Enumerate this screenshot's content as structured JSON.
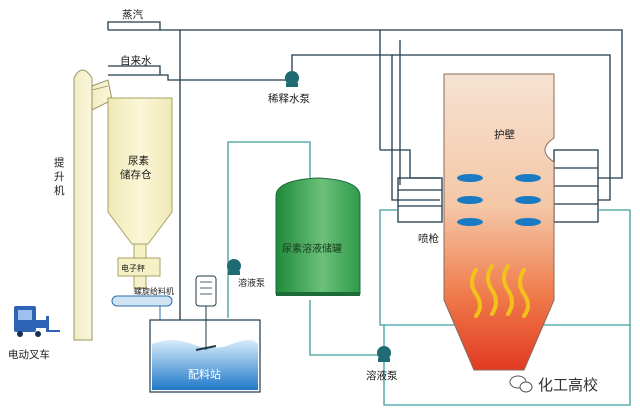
{
  "labels": {
    "steam": "蒸汽",
    "tap_water": "自来水",
    "dilution_pump": "稀释水泵",
    "elevator_1": "提",
    "elevator_2": "升",
    "elevator_3": "机",
    "silo_1": "尿素",
    "silo_2": "储存仓",
    "scale": "电子秤",
    "screw_feeder": "螺旋给料机",
    "forklift": "电动叉车",
    "mixing_station": "配料站",
    "solution_pump_left": "溶液泵",
    "solution_pump_bottom": "溶液泵",
    "storage_tank": "尿素溶液储罐",
    "water_wall": "护壁",
    "spray_gun": "喷枪",
    "watermark": "化工高校"
  },
  "colors": {
    "pipe_dark": "#1f3a4a",
    "pipe_teal": "#3f9e9e",
    "pipe_green": "#3b9a6a",
    "pump": "#1e6b74",
    "silo_fill": "#f5f1c6",
    "tank_green": "#2f9a4a",
    "mix_blue": "#1f78c8",
    "furnace_top": "#f3d9c6",
    "furnace_bottom": "#e8412a",
    "flame": "#f2c21a",
    "nozzle": "#1a7bc4"
  }
}
